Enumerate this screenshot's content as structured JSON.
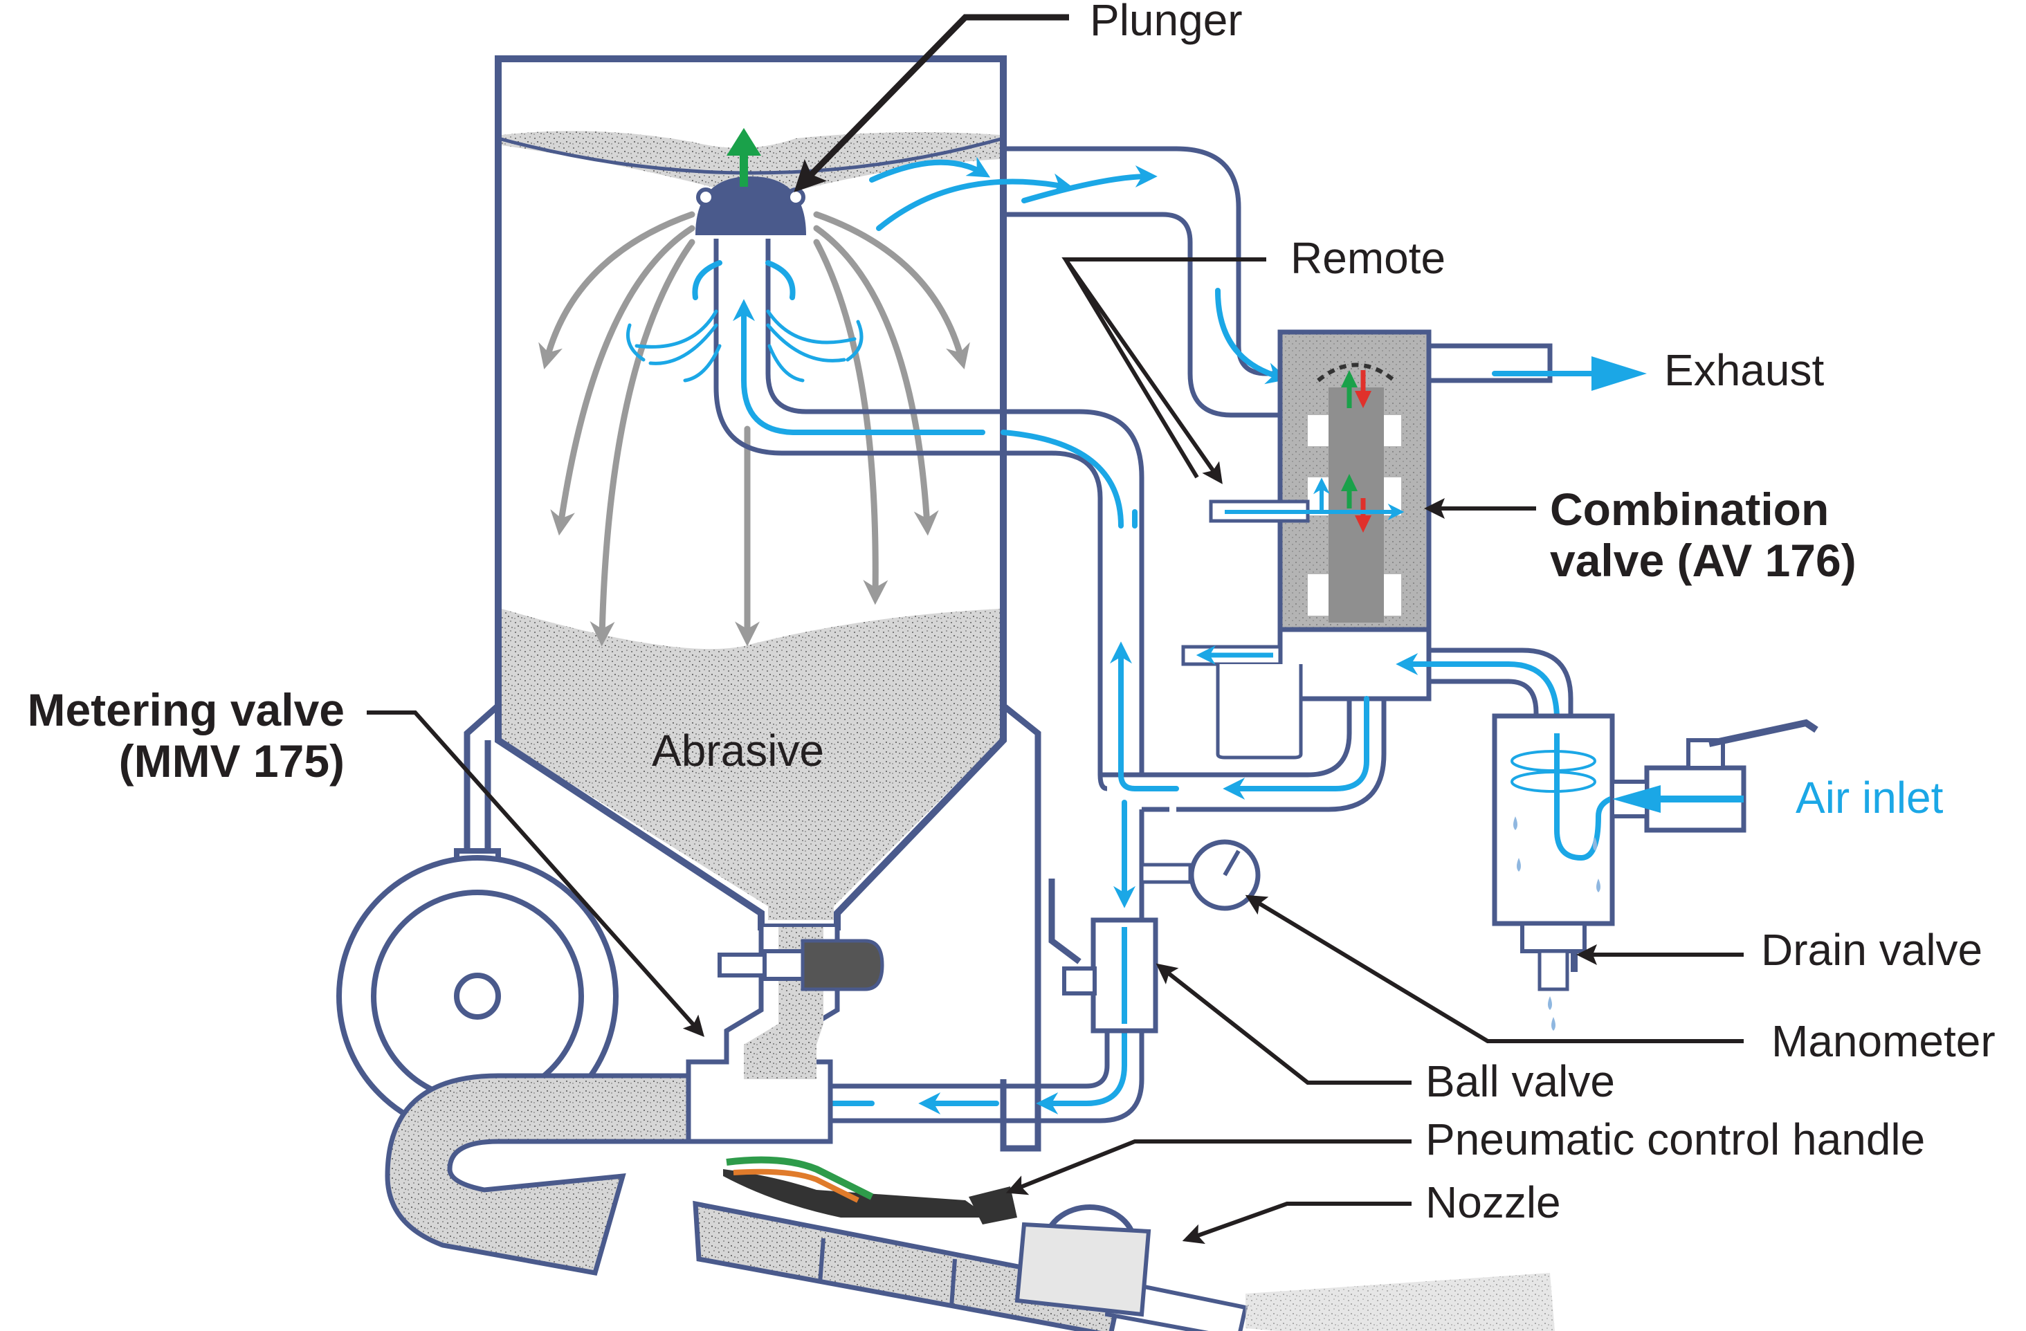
{
  "labels": {
    "plunger": "Plunger",
    "remote": "Remote",
    "exhaust": "Exhaust",
    "combination_valve_line1": "Combination",
    "combination_valve_line2": "valve (AV 176)",
    "metering_valve_line1": "Metering valve",
    "metering_valve_line2": "(MMV 175)",
    "abrasive": "Abrasive",
    "air_inlet": "Air inlet",
    "drain_valve": "Drain valve",
    "manometer": "Manometer",
    "ball_valve": "Ball valve",
    "pneumatic_control_handle": "Pneumatic control handle",
    "nozzle": "Nozzle"
  },
  "colors": {
    "outline": "#4a5a8c",
    "air_flow": "#1ba7e6",
    "abrasive_fill": "#c9c9c9",
    "plunger": "#4a5a8c",
    "valve_body": "#a9a9a9",
    "grey_flow": "#9a9a9a",
    "arrow_up": "#1aa14a",
    "arrow_down": "#e0312b",
    "label_text": "#231f20"
  }
}
